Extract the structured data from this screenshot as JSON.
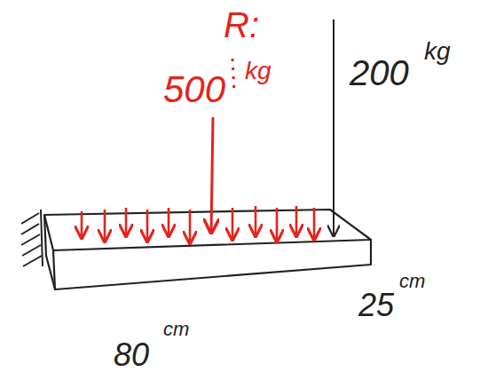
{
  "diagram": {
    "labels": [
      "R:",
      "kg",
      "500",
      "200",
      "kg",
      "80",
      "cm",
      "25",
      "cm"
    ]
  }
}
